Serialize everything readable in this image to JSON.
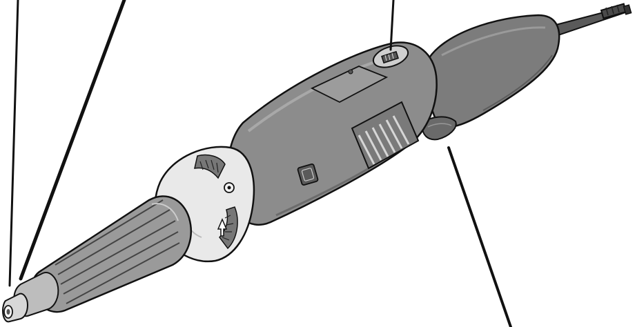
{
  "figure": {
    "colors": {
      "background": "#ffffff",
      "outline": "#111111",
      "body_dark": "#6e6e6e",
      "body_mid": "#8a8a8a",
      "body_light": "#a4a4a4",
      "collar": "#e9e9e9",
      "nose": "#9a9a9a",
      "leader_line": "#111111"
    },
    "parts": [
      {
        "id": "power-cord",
        "icon": "cord"
      },
      {
        "id": "rear-grip",
        "icon": "grip"
      },
      {
        "id": "motor-housing",
        "icon": "housing"
      },
      {
        "id": "speed-dial",
        "icon": "dial"
      },
      {
        "id": "switch-lever",
        "icon": "lever"
      },
      {
        "id": "vent-grille",
        "icon": "vents"
      },
      {
        "id": "brand-badge",
        "icon": "logo"
      },
      {
        "id": "gear-head-collar",
        "icon": "collar"
      },
      {
        "id": "spindle-lock",
        "icon": "lock"
      },
      {
        "id": "ribbed-nose",
        "icon": "nose"
      },
      {
        "id": "collet-nut",
        "icon": "nut"
      }
    ],
    "leader_lines": [
      {
        "id": "leader-1",
        "target": "collet-nut"
      },
      {
        "id": "leader-2",
        "target": "collet-nut"
      },
      {
        "id": "leader-3",
        "target": "speed-dial"
      },
      {
        "id": "leader-4",
        "target": "switch-lever"
      }
    ]
  }
}
